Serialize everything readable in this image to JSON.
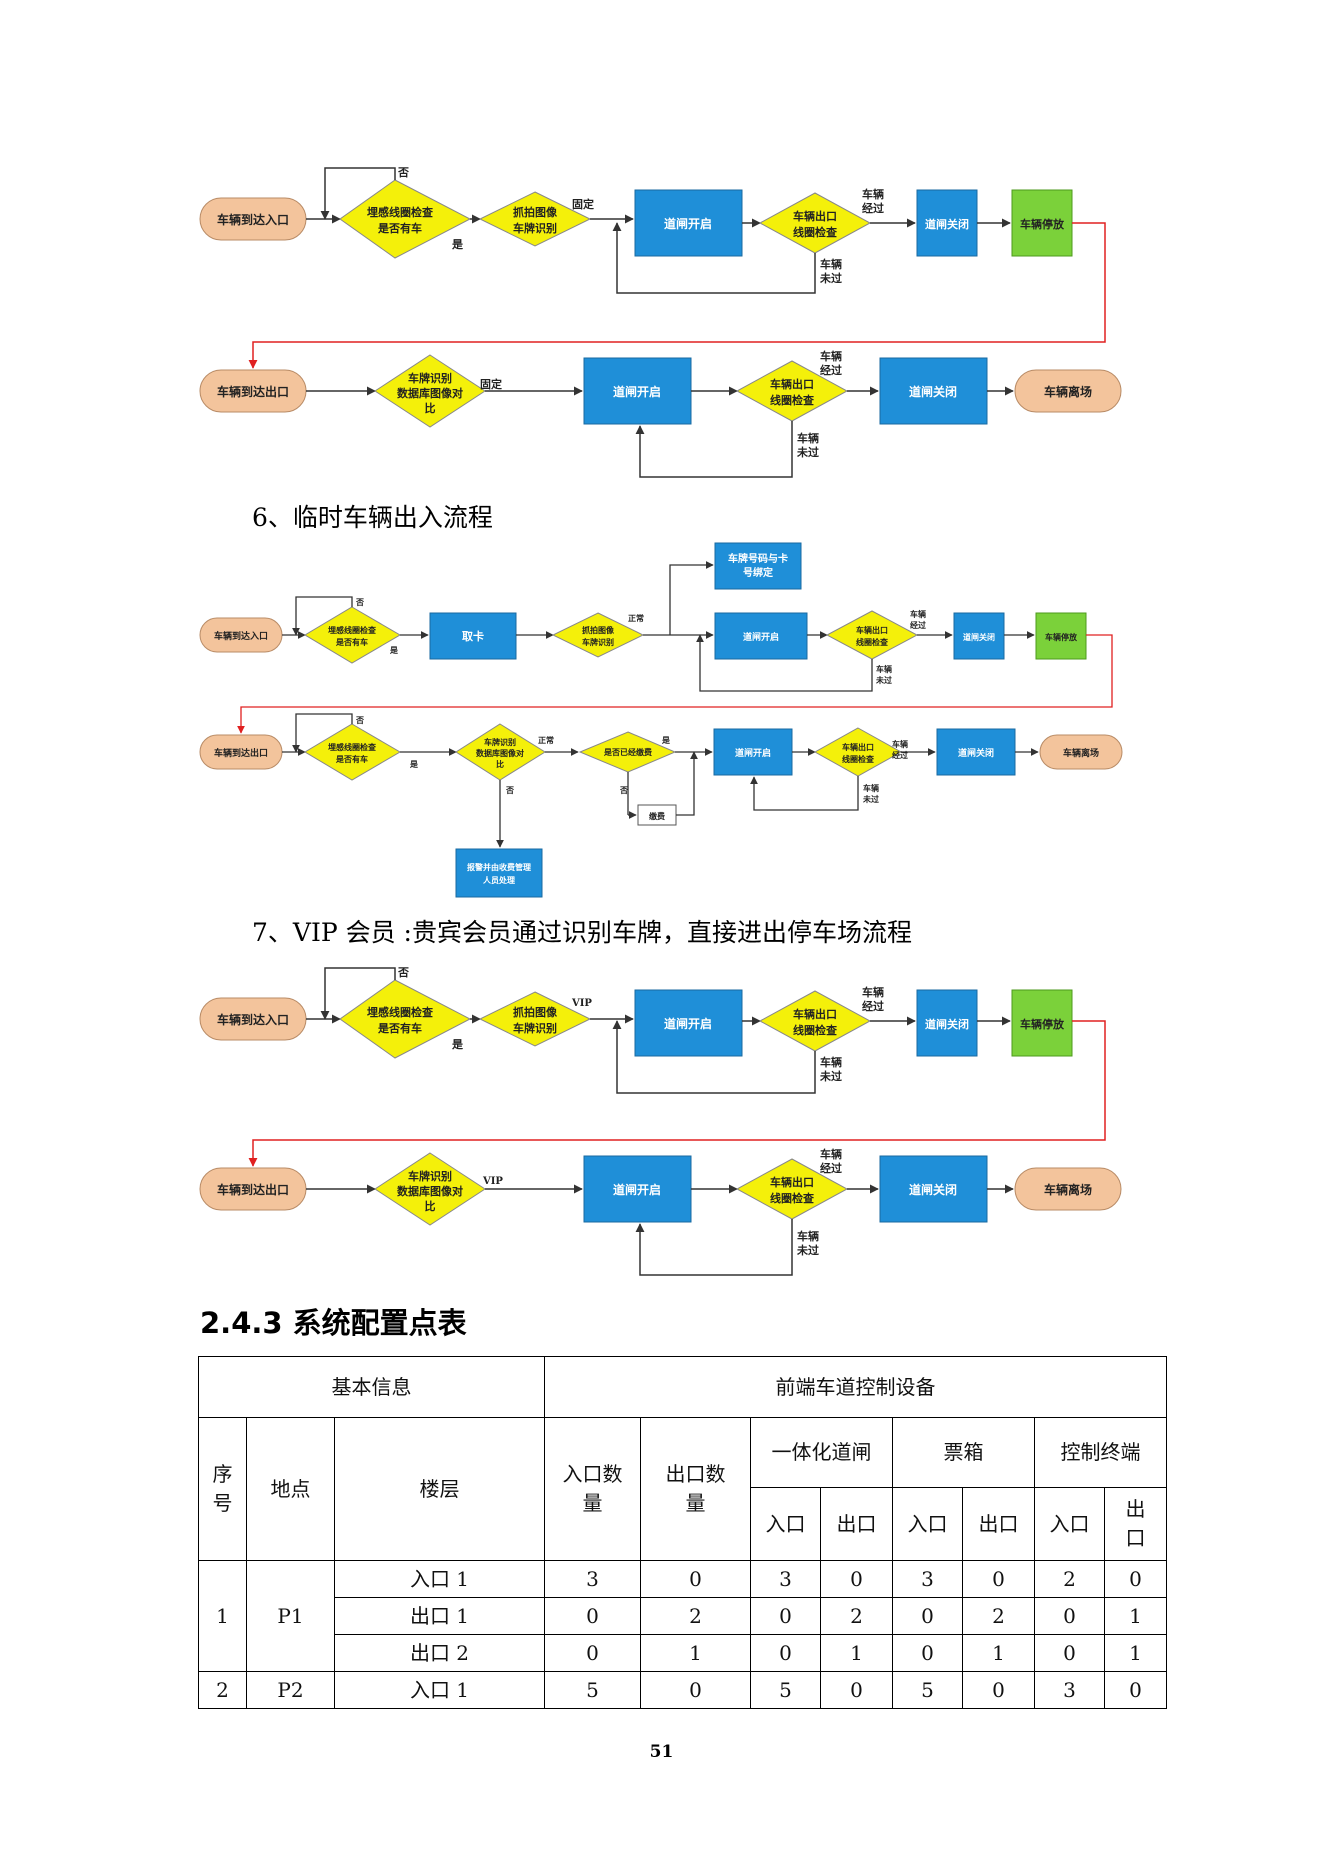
{
  "flows": {
    "f1": {
      "row1": {
        "arrive": "车辆到达入口",
        "coil_l1": "埋感线圈检查",
        "coil_l2": "是否有车",
        "no": "否",
        "yes": "是",
        "snap_l1": "抓拍图像",
        "snap_l2": "车牌识别",
        "cond": "固定",
        "gate_open": "道闸开启",
        "exit_coil_l1": "车辆出口",
        "exit_coil_l2": "线圈检查",
        "pass_l1": "车辆",
        "pass_l2": "经过",
        "notpass_l1": "车辆",
        "notpass_l2": "未过",
        "gate_close": "道闸关闭",
        "park": "车辆停放"
      },
      "row2": {
        "arrive": "车辆到达出口",
        "db_l1": "车牌识别",
        "db_l2": "数据库图像对",
        "db_l3": "比",
        "cond": "固定",
        "gate_open": "道闸开启",
        "exit_coil_l1": "车辆出口",
        "exit_coil_l2": "线圈检查",
        "pass_l1": "车辆",
        "pass_l2": "经过",
        "notpass_l1": "车辆",
        "notpass_l2": "未过",
        "gate_close": "道闸关闭",
        "leave": "车辆离场"
      }
    },
    "heading6": "6、临时车辆出入流程",
    "f2": {
      "row1": {
        "arrive": "车辆到达入口",
        "coil_l1": "埋感线圈检查",
        "coil_l2": "是否有车",
        "no": "否",
        "yes": "是",
        "card": "取卡",
        "snap_l1": "抓拍图像",
        "snap_l2": "车牌识别",
        "cond": "正常",
        "bind_l1": "车牌号码与卡",
        "bind_l2": "号绑定",
        "gate_open": "道闸开启",
        "exit_coil_l1": "车辆出口",
        "exit_coil_l2": "线圈检查",
        "pass_l1": "车辆",
        "pass_l2": "经过",
        "notpass_l1": "车辆",
        "notpass_l2": "未过",
        "gate_close": "道闸关闭",
        "park": "车辆停放"
      },
      "row2": {
        "arrive": "车辆到达出口",
        "coil_l1": "埋感线圈检查",
        "coil_l2": "是否有车",
        "no": "否",
        "yes": "是",
        "db_l1": "车牌识别",
        "db_l2": "数据库图像对",
        "db_l3": "比",
        "cond": "正常",
        "no2": "否",
        "paid": "是否已经缴费",
        "yes2": "是",
        "no3": "否",
        "pay": "缴费",
        "alarm_l1": "报警并由收费管理",
        "alarm_l2": "人员处理",
        "gate_open": "道闸开启",
        "exit_coil_l1": "车辆出口",
        "exit_coil_l2": "线圈检查",
        "pass_l1": "车辆",
        "pass_l2": "经过",
        "notpass_l1": "车辆",
        "notpass_l2": "未过",
        "gate_close": "道闸关闭",
        "leave": "车辆离场"
      }
    },
    "heading7": "7、VIP 会员 :贵宾会员通过识别车牌，直接进出停车场流程",
    "f3": {
      "row1": {
        "arrive": "车辆到达入口",
        "coil_l1": "埋感线圈检查",
        "coil_l2": "是否有车",
        "no": "否",
        "yes": "是",
        "snap_l1": "抓拍图像",
        "snap_l2": "车牌识别",
        "cond": "VIP",
        "gate_open": "道闸开启",
        "exit_coil_l1": "车辆出口",
        "exit_coil_l2": "线圈检查",
        "pass_l1": "车辆",
        "pass_l2": "经过",
        "notpass_l1": "车辆",
        "notpass_l2": "未过",
        "gate_close": "道闸关闭",
        "park": "车辆停放"
      },
      "row2": {
        "arrive": "车辆到达出口",
        "db_l1": "车牌识别",
        "db_l2": "数据库图像对",
        "db_l3": "比",
        "cond": "VIP",
        "gate_open": "道闸开启",
        "exit_coil_l1": "车辆出口",
        "exit_coil_l2": "线圈检查",
        "pass_l1": "车辆",
        "pass_l2": "经过",
        "notpass_l1": "车辆",
        "notpass_l2": "未过",
        "gate_close": "道闸关闭",
        "leave": "车辆离场"
      }
    }
  },
  "section_title": "2.4.3  系统配置点表",
  "table": {
    "basic_info": "基本信息",
    "front_devices": "前端车道控制设备",
    "col_seq_1": "序",
    "col_seq_2": "号",
    "col_location": "地点",
    "col_floor": "楼层",
    "col_entry_count_1": "入口数",
    "col_entry_count_2": "量",
    "col_exit_count_1": "出口数",
    "col_exit_count_2": "量",
    "group_gate": "一体化道闸",
    "group_ticket": "票箱",
    "group_terminal": "控制终端",
    "sub_in": "入口",
    "sub_out": "出口",
    "sub_out_1": "出",
    "sub_out_2": "口",
    "rows": [
      {
        "seq": "1",
        "loc": "P1",
        "floor": "入口 1",
        "vals": [
          "3",
          "0",
          "3",
          "0",
          "3",
          "0",
          "2",
          "0"
        ]
      },
      {
        "floor": "出口 1",
        "vals": [
          "0",
          "2",
          "0",
          "2",
          "0",
          "2",
          "0",
          "1"
        ]
      },
      {
        "floor": "出口 2",
        "vals": [
          "0",
          "1",
          "0",
          "1",
          "0",
          "1",
          "0",
          "1"
        ]
      },
      {
        "seq": "2",
        "loc": "P2",
        "floor": "入口 1",
        "vals": [
          "5",
          "0",
          "5",
          "0",
          "5",
          "0",
          "3",
          "0"
        ]
      }
    ]
  },
  "page_number": "51",
  "colors": {
    "oval": "#f3c49c",
    "diamond": "#f4f00a",
    "blue": "#1f8fd8",
    "green": "#7bd13a",
    "red": "#e02020"
  }
}
